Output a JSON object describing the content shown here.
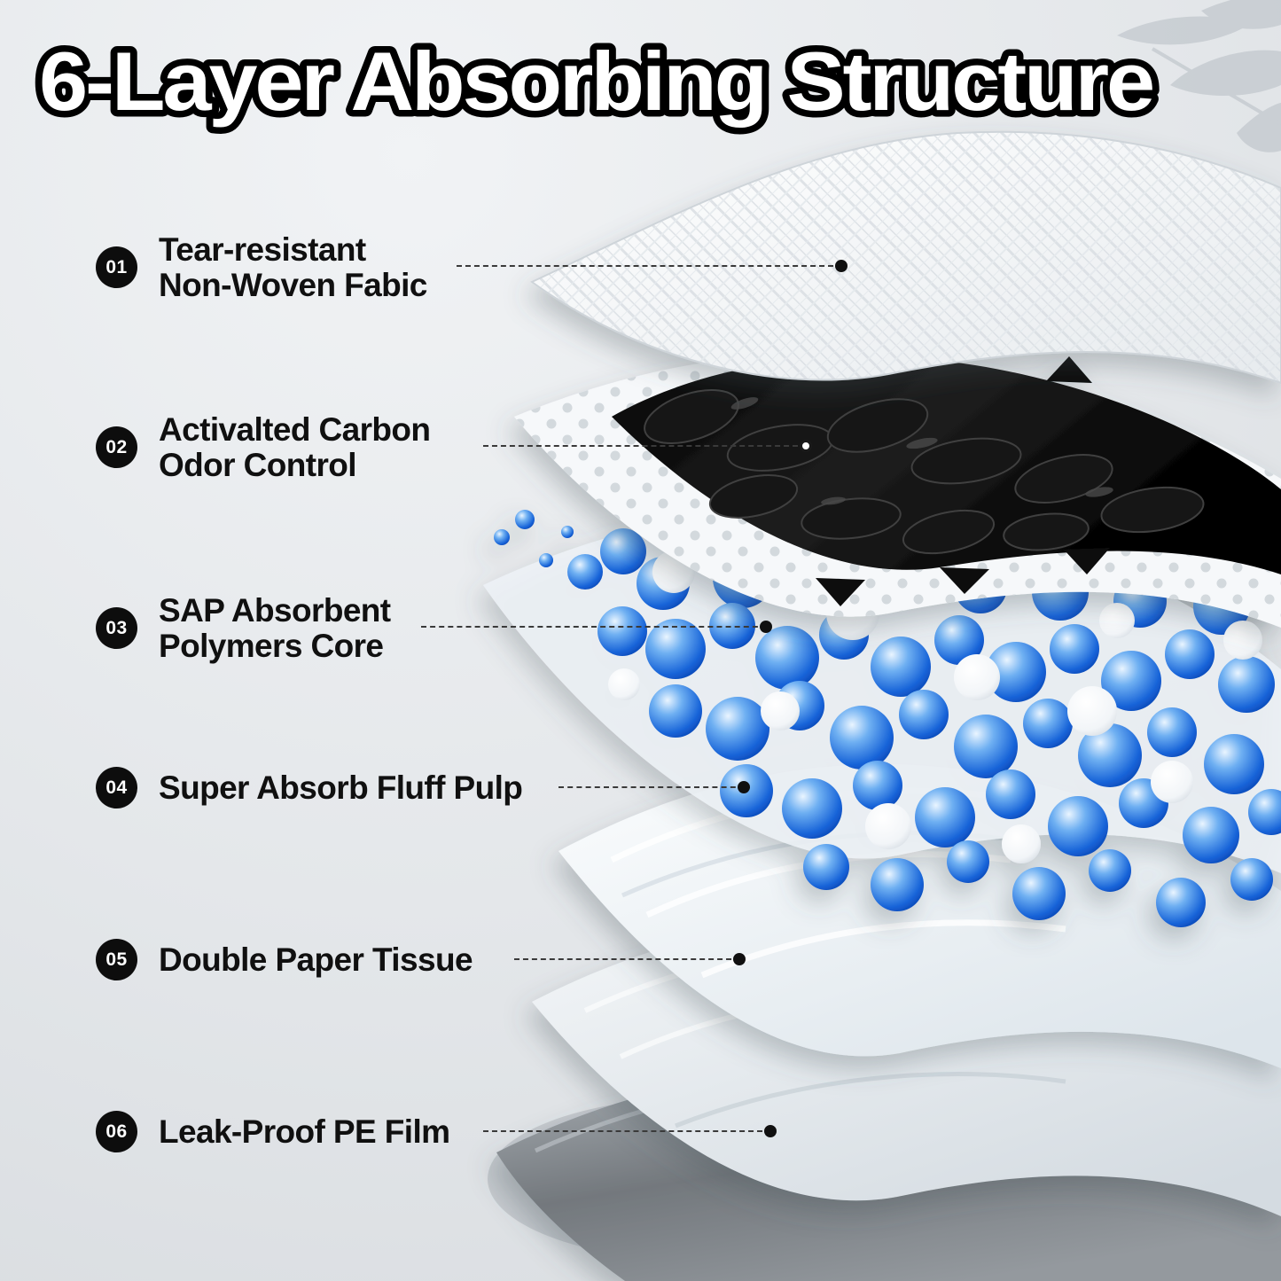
{
  "title": "6-Layer Absorbing Structure",
  "layers": [
    {
      "num": "01",
      "line1": "Tear-resistant",
      "line2": "Non-Woven Fabic"
    },
    {
      "num": "02",
      "line1": "Activalted Carbon",
      "line2": "Odor Control"
    },
    {
      "num": "03",
      "line1": "SAP Absorbent",
      "line2": "Polymers Core"
    },
    {
      "num": "04",
      "line1": "Super Absorb Fluff Pulp",
      "line2": ""
    },
    {
      "num": "05",
      "line1": "Double Paper Tissue",
      "line2": ""
    },
    {
      "num": "06",
      "line1": "Leak-Proof PE Film",
      "line2": ""
    }
  ],
  "colors": {
    "badge": "#0d0d0d",
    "label_text": "#101010",
    "title_fill": "#ffffff",
    "title_stroke": "#000000",
    "sap_bead_blue": "#1763d8",
    "carbon_black": "#0a0a0a",
    "background": "#e4e7ea"
  }
}
